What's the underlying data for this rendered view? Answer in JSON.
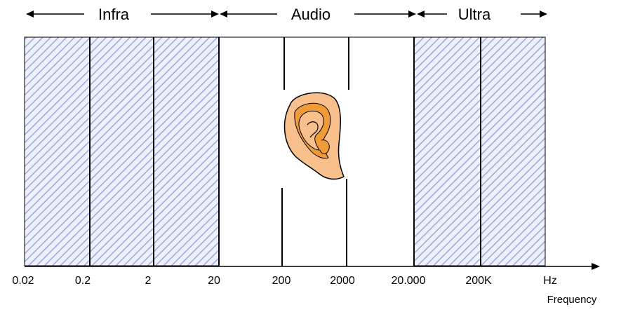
{
  "bands": {
    "infra": "Infra",
    "audio": "Audio",
    "ultra": "Ultra"
  },
  "ticks": [
    "0.02",
    "0.2",
    "2",
    "20",
    "200",
    "2000",
    "20.000",
    "200K",
    "Hz"
  ],
  "axis": {
    "title": "Frequency"
  },
  "icon": "ear-icon",
  "colors": {
    "hatch": "#9aa8dc",
    "hatch_bg": "#eef0fb",
    "ear_skin": "#f7c08d",
    "ear_inner": "#f19a38",
    "line": "#000000"
  }
}
